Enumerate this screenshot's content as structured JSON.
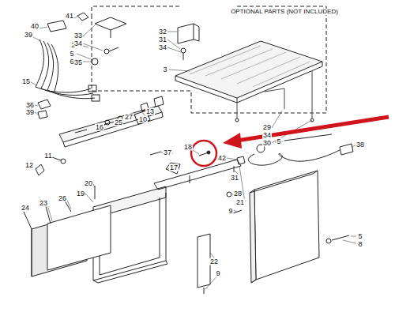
{
  "diagram": {
    "labels": [
      "41",
      "40",
      "39",
      "2",
      "5",
      "6",
      "33",
      "34",
      "35",
      "32",
      "31",
      "34",
      "3",
      "29",
      "34",
      "30",
      "OPTIONAL PARTS (NOT INCLUDED)",
      "15",
      "36",
      "39",
      "16",
      "25",
      "27",
      "10",
      "13",
      "37",
      "18",
      "17",
      "5",
      "42",
      "31",
      "38",
      "12",
      "11",
      "20",
      "19",
      "23",
      "26",
      "24",
      "28",
      "21",
      "9",
      "22",
      "9",
      "5",
      "8"
    ]
  }
}
